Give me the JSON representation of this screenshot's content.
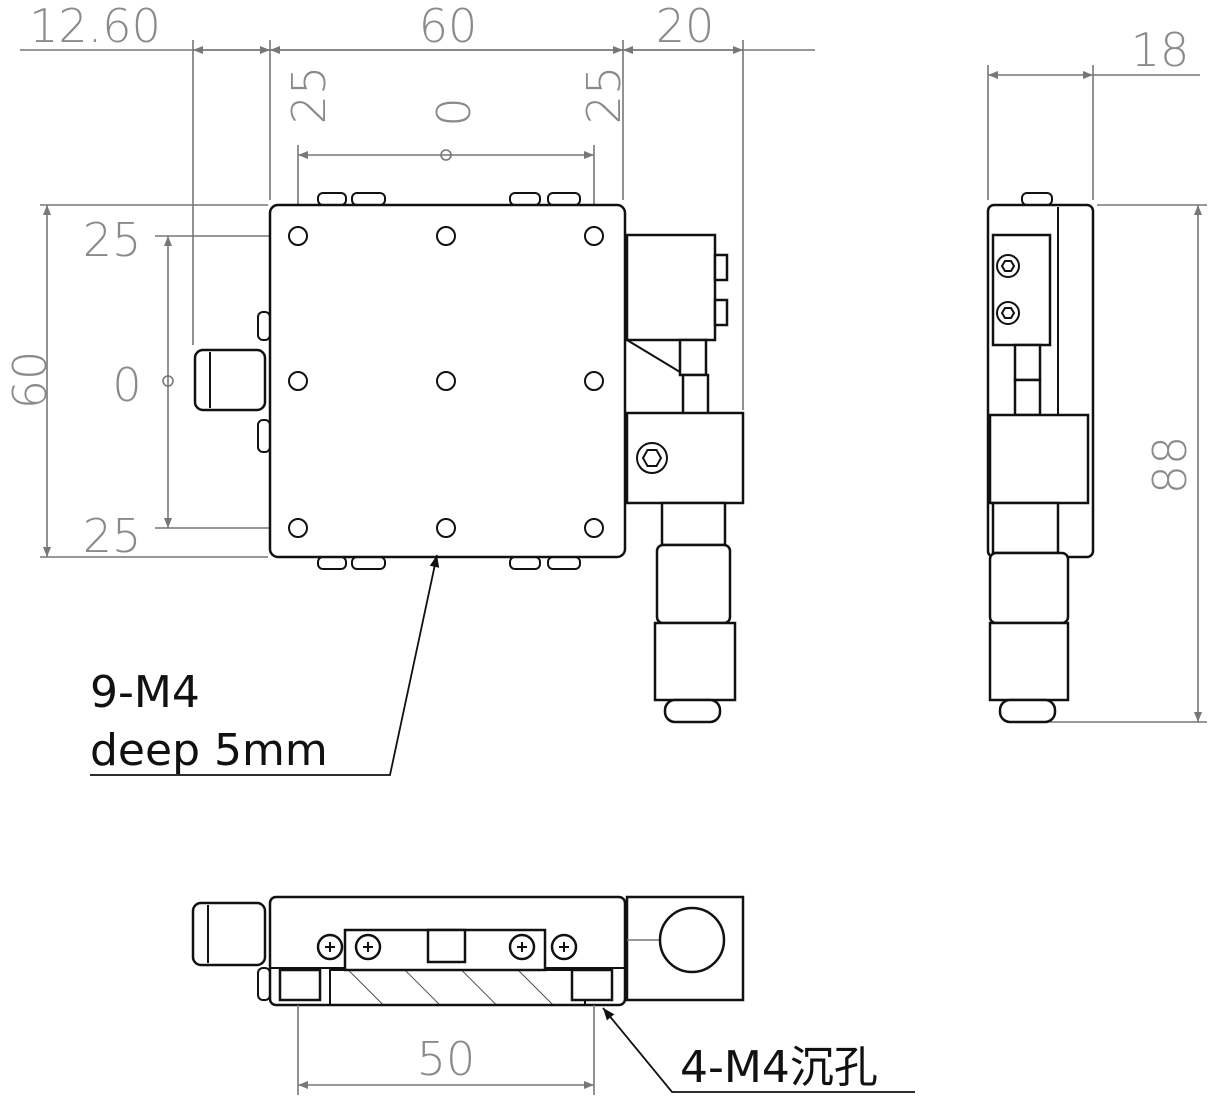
{
  "drawing": {
    "top_view": {
      "dim_left_offset": "12.60",
      "dim_width": "60",
      "dim_right_offset": "20",
      "hole_x_labels": [
        "25",
        "0",
        "25"
      ],
      "dim_height": "60",
      "hole_y_labels": [
        "25",
        "0",
        "25"
      ],
      "callout_line1": "9-M4",
      "callout_line2": "deep 5mm"
    },
    "side_view": {
      "dim_thickness": "18",
      "dim_height": "88"
    },
    "front_view": {
      "dim_hole_spacing": "50",
      "callout": "4-M4沉孔"
    }
  }
}
